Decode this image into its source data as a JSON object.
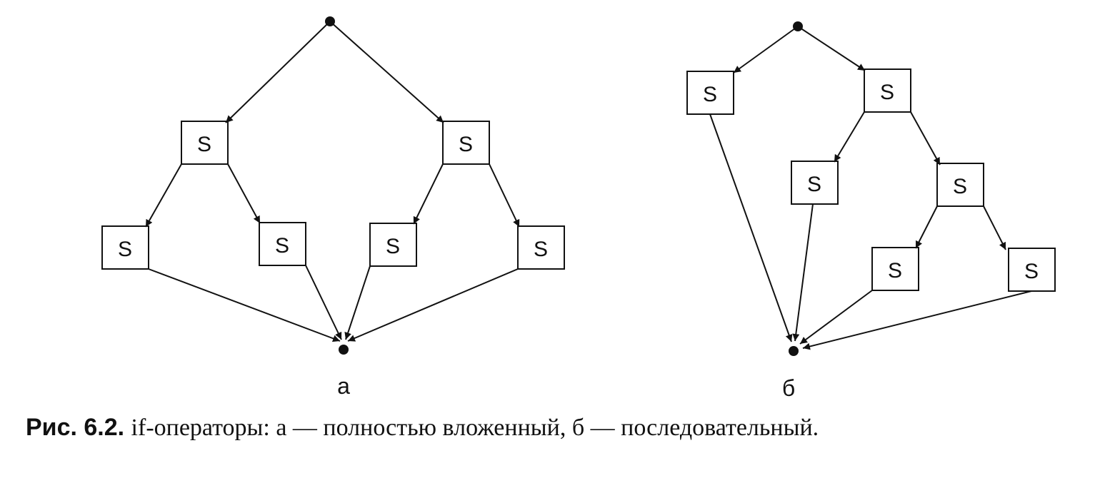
{
  "node_label": "S",
  "subfigures": [
    {
      "id": "a",
      "label": "а"
    },
    {
      "id": "b",
      "label": "б"
    }
  ],
  "caption": {
    "number": "Рис. 6.2.",
    "text": "if-операторы: а — полностью вложенный, б — последовательный."
  },
  "colors": {
    "ink": "#111111",
    "background": "#ffffff"
  }
}
